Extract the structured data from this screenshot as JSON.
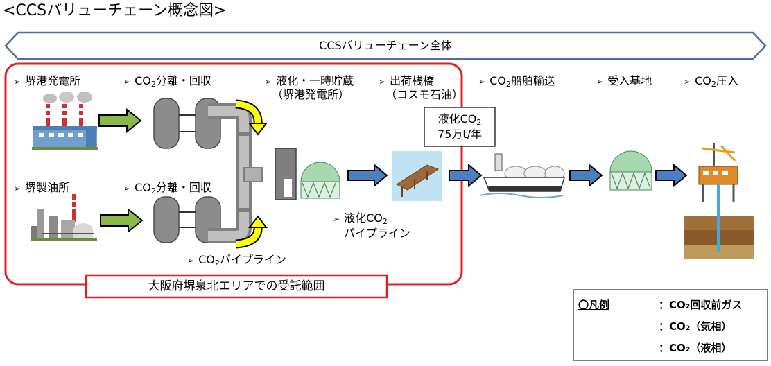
{
  "title": "<CCSバリューチェーン概念図>",
  "banner": {
    "label": "CCSバリューチェーン全体"
  },
  "stages": {
    "sakai_power": "堺港発電所",
    "co2_sep_top_pre": "CO",
    "co2_sep_top_sub": "2",
    "co2_sep_top_post": "分離・回収",
    "liquefaction_line1": "液化・一時貯蔵",
    "liquefaction_line2": "（堺港発電所）",
    "pier_line1": "出荷桟橋",
    "pier_line2": "（コスモ石油）",
    "ship_pre": "CO",
    "ship_sub": "2",
    "ship_post": "船舶輸送",
    "receiving": "受入基地",
    "injection_pre": "CO",
    "injection_sub": "2",
    "injection_post": "圧入",
    "sakai_refinery": "堺製油所",
    "co2_sep_bot_pre": "CO",
    "co2_sep_bot_sub": "2",
    "co2_sep_bot_post": "分離・回収",
    "liq_pipe_line1_pre": "液化CO",
    "liq_pipe_line1_sub": "2",
    "liq_pipe_line2": "パイプライン",
    "pipeline_pre": "CO",
    "pipeline_sub": "2",
    "pipeline_post": "パイプライン"
  },
  "callout": {
    "line1_pre": "液化CO",
    "line1_sub": "2",
    "line2": "75万t/年"
  },
  "scope_label": "大阪府堺泉北エリアでの受託範囲",
  "legend": {
    "title": "〇凡例",
    "items": [
      {
        "label": "：CO₂回収前ガス",
        "color": "#8cb84a"
      },
      {
        "label": "：CO₂（気相）",
        "color": "#ffff00"
      },
      {
        "label": "：CO₂（液相）",
        "color": "#4a7fc0"
      }
    ]
  },
  "colors": {
    "scope_border": "#e02020",
    "banner_border": "#4a6fa5",
    "pre_gas": "#8cb84a",
    "gas": "#ffff00",
    "liquid": "#4a7fc0"
  }
}
